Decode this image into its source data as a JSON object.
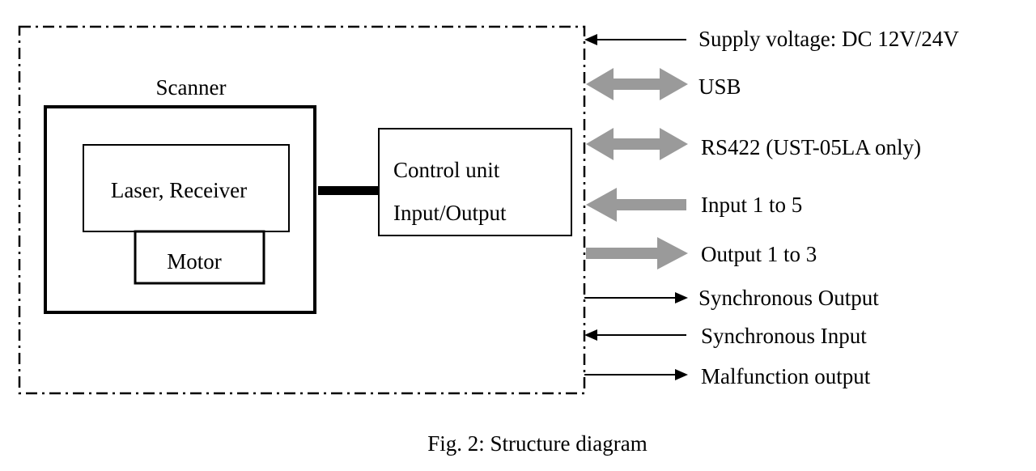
{
  "diagram": {
    "scanner_label": "Scanner",
    "laser_label": "Laser, Receiver",
    "motor_label": "Motor",
    "control_label_line1": "Control unit",
    "control_label_line2": "Input/Output",
    "signals": [
      {
        "id": "supply",
        "label": "Supply voltage: DC 12V/24V",
        "kind": "thin",
        "direction": "in"
      },
      {
        "id": "usb",
        "label": "USB",
        "kind": "thick",
        "direction": "both"
      },
      {
        "id": "rs422",
        "label": "RS422 (UST-05LA only)",
        "kind": "thick",
        "direction": "both"
      },
      {
        "id": "input",
        "label": "Input 1 to 5",
        "kind": "thick",
        "direction": "in"
      },
      {
        "id": "output",
        "label": "Output 1 to 3",
        "kind": "thick",
        "direction": "out"
      },
      {
        "id": "sync-out",
        "label": "Synchronous Output",
        "kind": "thin",
        "direction": "out"
      },
      {
        "id": "sync-in",
        "label": "Synchronous Input",
        "kind": "thin",
        "direction": "in"
      },
      {
        "id": "malfunction",
        "label": "Malfunction output",
        "kind": "thin",
        "direction": "out"
      }
    ],
    "caption": "Fig. 2: Structure diagram",
    "colors": {
      "thick_arrow": "#9a9a9a",
      "line": "#000000"
    }
  }
}
